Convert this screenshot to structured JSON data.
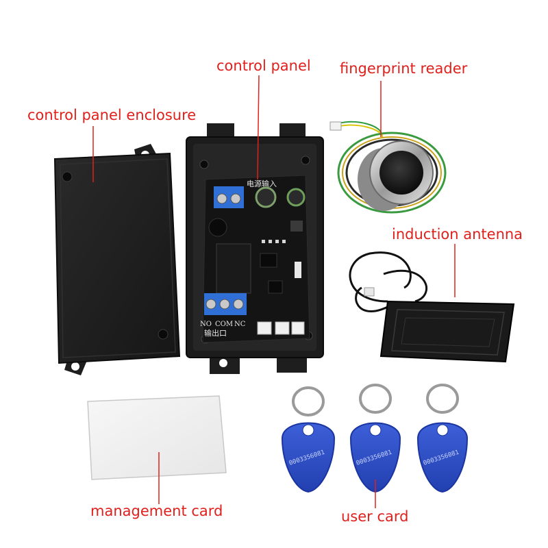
{
  "labels": {
    "control_panel": "control panel",
    "fingerprint_reader": "fingerprint reader",
    "enclosure": "control panel enclosure",
    "induction_antenna": "induction antenna",
    "management_card": "management card",
    "user_card": "user card"
  },
  "board_text": {
    "power_input": "电源输入",
    "output": "输出口",
    "relay_terminals": [
      "NO",
      "COM",
      "NC"
    ]
  },
  "fob_serial": "0003356081",
  "colors": {
    "label_red": "#e0201c",
    "enclosure_black": "#1c1c1c",
    "pcb_black": "#141414",
    "terminal_blue": "#2f6fd6",
    "fob_blue": "#2c4ec9"
  }
}
